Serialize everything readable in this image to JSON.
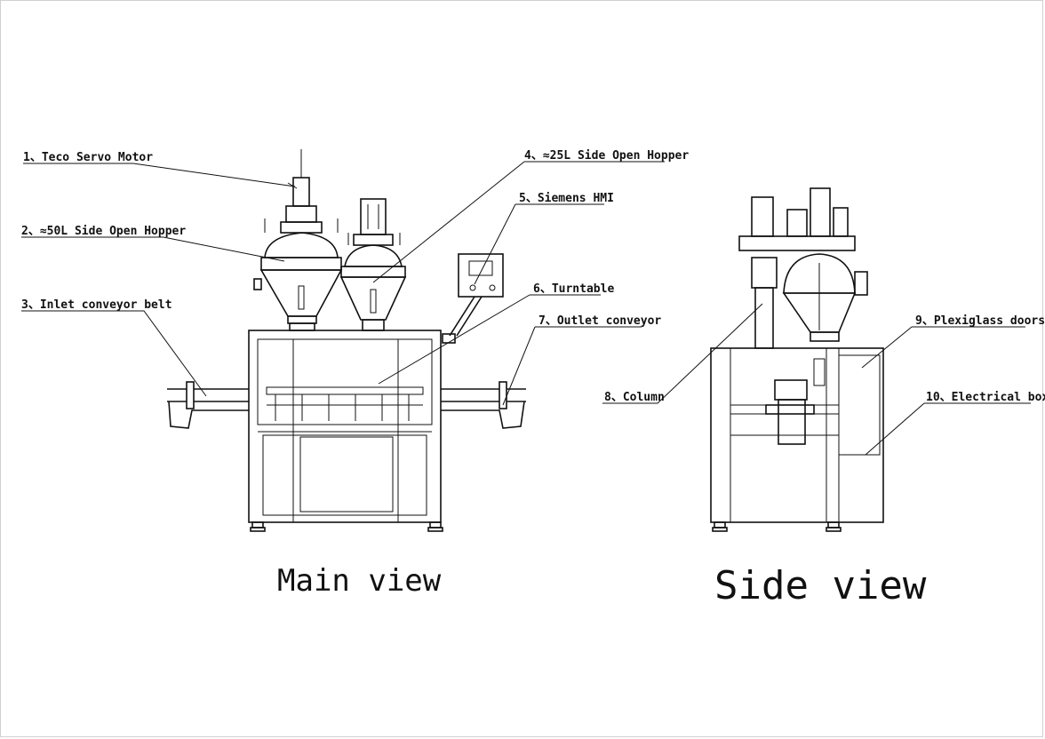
{
  "labels": {
    "l1": "1、Teco Servo Motor",
    "l2": "2、≈50L Side Open Hopper",
    "l3": "3、Inlet conveyor belt",
    "l4": "4、≈25L Side Open Hopper",
    "l5": "5、Siemens HMI",
    "l6": "6、Turntable",
    "l7": "7、Outlet conveyor",
    "l8": "8、Column",
    "l9": "9、Plexiglass doors",
    "l10": "10、Electrical box"
  },
  "titles": {
    "main": "Main view",
    "side": "Side view"
  }
}
